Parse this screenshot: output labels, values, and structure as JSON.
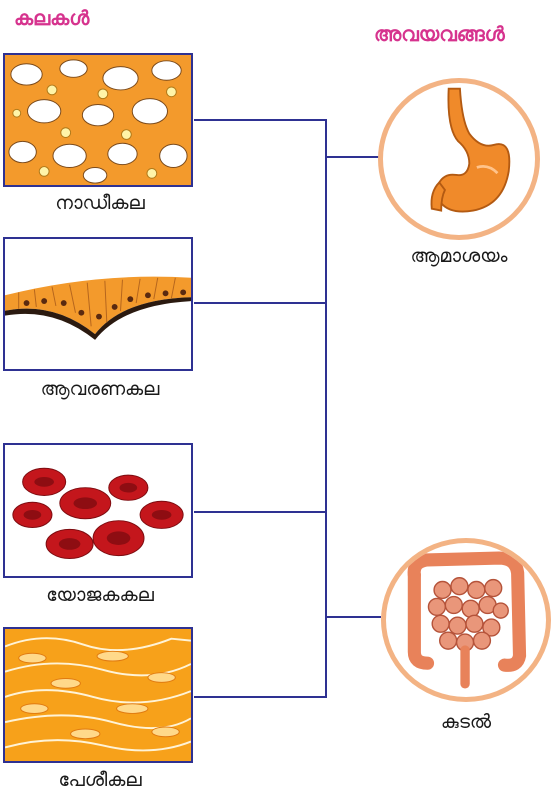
{
  "headings": {
    "tissues": "കലകൾ",
    "organs": "അവയവങ്ങൾ"
  },
  "tissues": [
    {
      "label": "നാഡീകല",
      "icon": "nerve-tissue-image"
    },
    {
      "label": "ആവരണകല",
      "icon": "epithelial-tissue-image"
    },
    {
      "label": "യോജകകല",
      "icon": "connective-tissue-image"
    },
    {
      "label": "പേശീകല",
      "icon": "muscle-tissue-image"
    }
  ],
  "organs": [
    {
      "label": "ആമാശയം",
      "icon": "stomach-image"
    },
    {
      "label": "കുടൽ",
      "icon": "intestine-image"
    }
  ],
  "colors": {
    "heading": "#d6338e",
    "connector": "#2e3192",
    "circle_border": "#f3b384",
    "tissue_orange": "#f39a2c",
    "blood_red": "#c4161c"
  }
}
